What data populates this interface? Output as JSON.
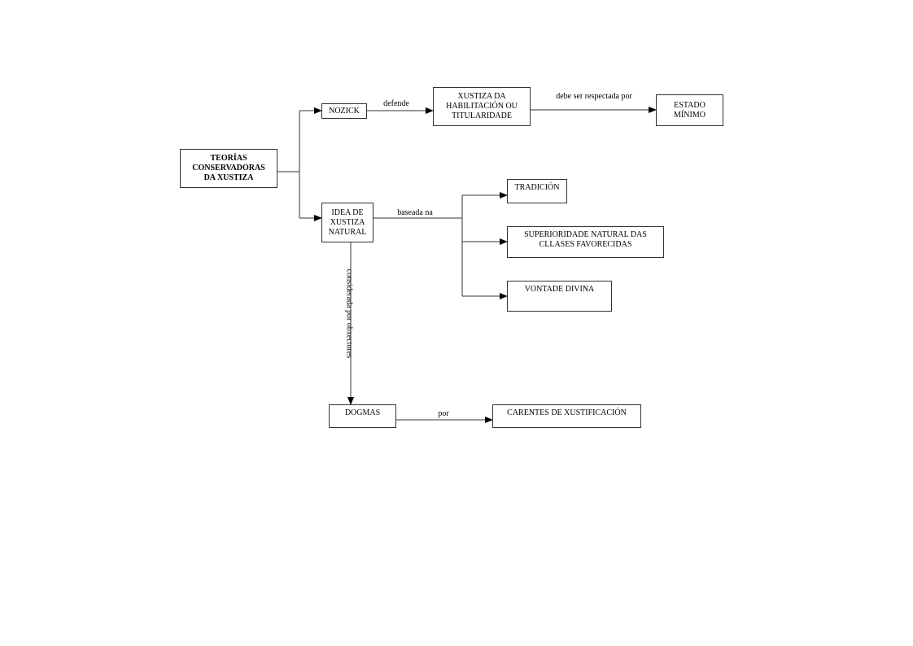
{
  "nodes": {
    "root": "TEORÍAS CONSERVADORAS DA XUSTIZA",
    "nozick": "NOZICK",
    "habilitacion": "XUSTIZA DA HABILITACIÓN OU TITULARIDADE",
    "estado": "ESTADO MÍNIMO",
    "idea": "IDEA DE XUSTIZA NATURAL",
    "tradicion": "TRADICIÓN",
    "superioridade": "SUPERIORIDADE  NATURAL DAS CLLASES FAVORECIDAS",
    "vontade": "VONTADE  DIVINA",
    "dogmas": "DOGMAS",
    "carentes": "CARENTES DE XUSTIFICACIÓN"
  },
  "edges": {
    "defende": "defende",
    "respectada": "debe ser respectada por",
    "baseada": "baseada  na",
    "considerada": "considerada por obxectores",
    "por": "por"
  }
}
